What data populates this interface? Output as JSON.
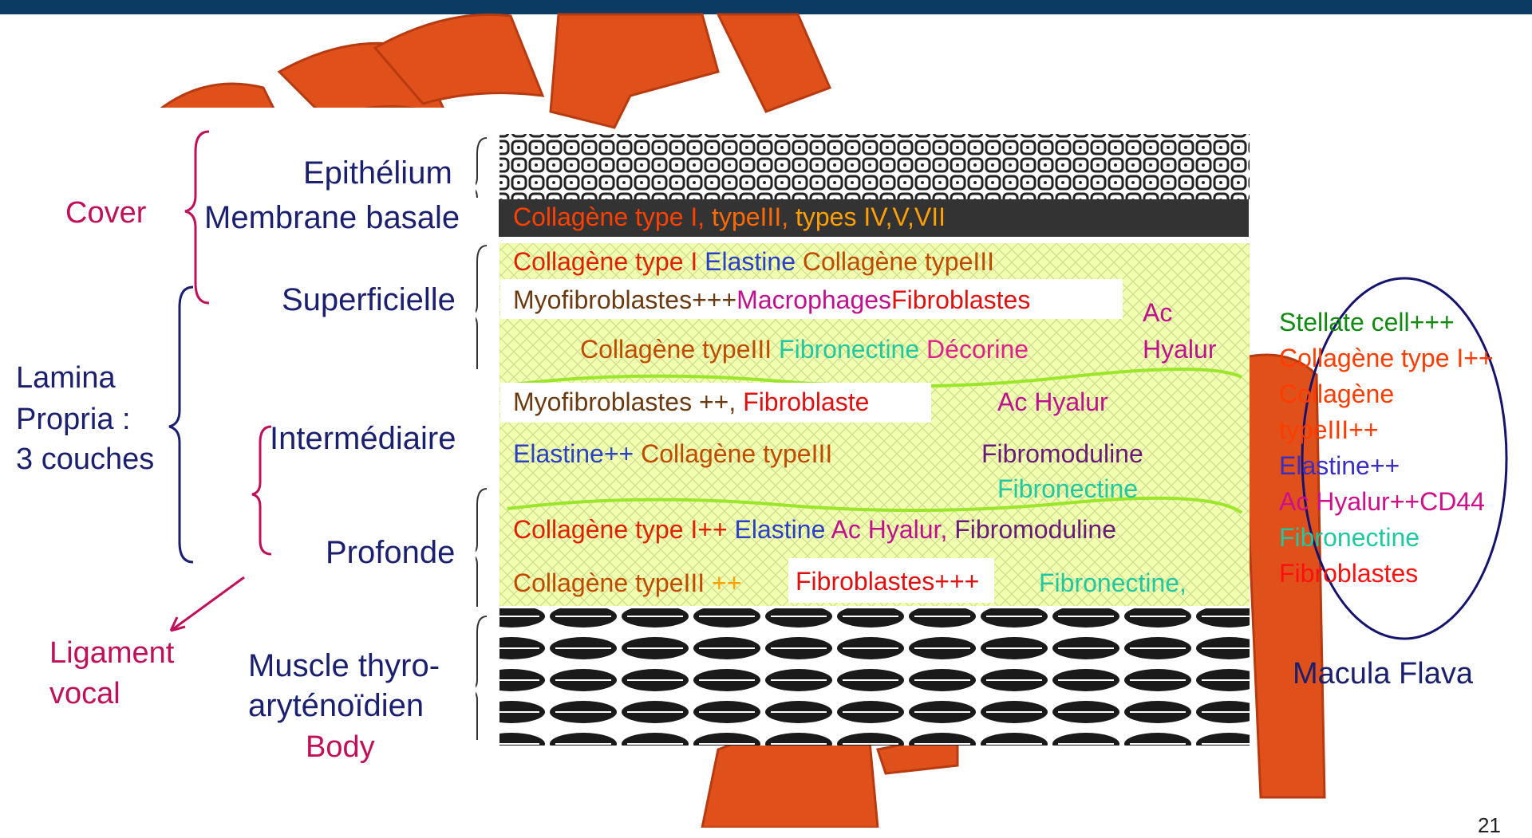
{
  "left_labels": {
    "cover": "Cover",
    "lamina_propria": [
      "Lamina",
      "Propria :",
      "3 couches"
    ],
    "ligament_vocal": [
      "Ligament",
      "vocal"
    ]
  },
  "layer_labels": {
    "epithelium": "Epithélium",
    "membrane_basale": "Membrane basale",
    "superficielle": "Superficielle",
    "intermediaire": "Intermédiaire",
    "profonde": "Profonde",
    "muscle": [
      "Muscle thyro-",
      "aryténoïdien"
    ],
    "body": "Body"
  },
  "bands": {
    "basale": [
      {
        "text": "Collagène type I, ",
        "color": "#ff4000"
      },
      {
        "text": "typeIII, ",
        "color": "#ff6a00"
      },
      {
        "text": "types IV,V,VII",
        "color": "#ffa000"
      }
    ],
    "sup_row1": [
      {
        "text": "Collagène type I ",
        "color": "#e02000"
      },
      {
        "text": "Elastine ",
        "color": "#2b3fc7"
      },
      {
        "text": "Collagène typeIII",
        "color": "#c04a00"
      }
    ],
    "sup_row2": [
      {
        "text": "Myofibroblastes+++",
        "color": "#6b3a10"
      },
      {
        "text": "Macrophages",
        "color": "#c01090"
      },
      {
        "text": "Fibroblastes",
        "color": "#e01010"
      }
    ],
    "sup_ac": [
      "Ac",
      "Hyalur"
    ],
    "sup_row3": [
      {
        "text": "Collagène typeIII ",
        "color": "#c04a00"
      },
      {
        "text": "Fibronectine ",
        "color": "#20c8a0"
      },
      {
        "text": "Décorine",
        "color": "#e0208c"
      }
    ],
    "int_row1": [
      {
        "text": "Myofibroblastes ++, ",
        "color": "#6b3a10"
      },
      {
        "text": "Fibroblaste",
        "color": "#e01010"
      }
    ],
    "int_ac": "Ac Hyalur",
    "int_row2": [
      {
        "text": "Elastine++ ",
        "color": "#2b3fc7"
      },
      {
        "text": "Collagène typeIII",
        "color": "#c04a00"
      }
    ],
    "int_fibromoduline": "Fibromoduline",
    "int_fibronectine": "Fibronectine",
    "prof_row1": [
      {
        "text": "Collagène type I++ ",
        "color": "#e02000"
      },
      {
        "text": "Elastine  ",
        "color": "#2b3fc7"
      },
      {
        "text": "Ac Hyalur, ",
        "color": "#c01090"
      },
      {
        "text": "Fibromoduline",
        "color": "#6a1a7a"
      }
    ],
    "prof_row2": [
      {
        "text": "Collagène typeIII ",
        "color": "#c04a00"
      },
      {
        "text": "++",
        "color": "#ff9f00"
      }
    ],
    "prof_fibroblastes": "Fibroblastes+++",
    "prof_fibronectine": "Fibronectine,"
  },
  "macula": {
    "items": [
      {
        "text": "Stellate cell+++",
        "color": "#128a12"
      },
      {
        "text": "Collagène type I++",
        "color": "#ff3c00"
      },
      {
        "text": "Collagène",
        "color": "#ff3c00"
      },
      {
        "text": "typeIII++",
        "color": "#ff3c00"
      },
      {
        "text": "Elastine++",
        "color": "#3a2fc0"
      },
      {
        "text": "Ac Hyalur++CD44",
        "color": "#d0108a"
      },
      {
        "text": "Fibronectine",
        "color": "#20c8a0"
      },
      {
        "text": "Fibroblastes",
        "color": "#ff1010"
      }
    ],
    "caption": "Macula Flava"
  },
  "page_number": "21",
  "colors": {
    "title_bar": "#0b3a63",
    "watermark": "#e0501a",
    "lp_fill": "#f0ffb0",
    "wave": "#9be62a",
    "ellipse": "#14146e",
    "magenta": "#c0105a",
    "navy": "#1b1f6f"
  }
}
